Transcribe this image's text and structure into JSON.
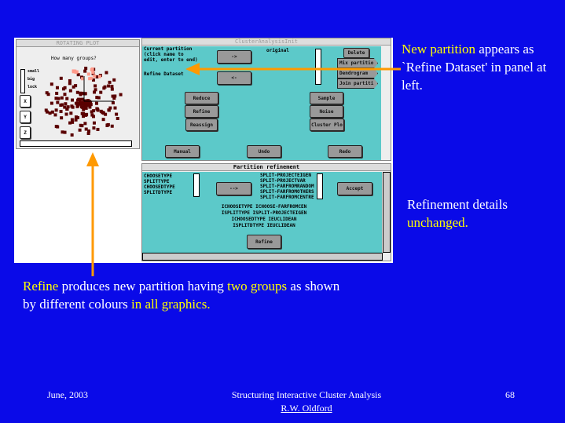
{
  "plot_window": {
    "title": "ROTATING PLOT",
    "question": "How many groups?",
    "sliders": [
      "small",
      "big",
      "lock"
    ],
    "axis_buttons": [
      "X",
      "Y",
      "Z"
    ]
  },
  "cluster_window": {
    "title": "ClusterAnalysisInit",
    "current_partition_label": "Current partition (click name to edit, enter to end)",
    "partition_item": "Refine Dataset",
    "original": "original",
    "buttons": {
      "right": "->",
      "left": "<-",
      "reduce": "Reduce",
      "refine": "Refine",
      "reassign": "Reassign",
      "sample": "Sample",
      "noise": "Noise",
      "cluster_plot": "Cluster Plo",
      "manual": "Manual",
      "undo": "Undo",
      "redo": "Redo",
      "delete": "Delete"
    },
    "tabs": [
      "Mix partitio",
      "Dendrogram",
      "Join partiti"
    ]
  },
  "refine_window": {
    "title": "Partition refinement",
    "left_list": [
      "CHOOSETYPE",
      "SPLITTYPE",
      "CHOOSEDTYPE",
      "SPLITDTYPE"
    ],
    "right_list": [
      "SPLIT-PROJECTEIGEN",
      "SPLIT-PROJECTVAR",
      "SPLIT-FARFROMRANDOM",
      "SPLIT-FARFROMOTHERS",
      "SPLIT-FARFROMCENTRE"
    ],
    "arrow": "-->",
    "accept": "Accept",
    "settings": [
      "ICHOOSETYPE ICHOOSE-FARFROMCEN",
      "ISPLITTYPE ISPLIT-PROJECTEIGEN",
      "ICHOOSEDTYPE IEUCLIDEAN",
      "ISPLITDTYPE IEUCLIDEAN"
    ],
    "refine": "Refine"
  },
  "annotations": {
    "top_right": [
      {
        "t": "New partition",
        "y": true
      },
      {
        "t": " appears as `Refine  Dataset' in panel at left.",
        "y": false
      }
    ],
    "mid_right": [
      {
        "t": "Refinement details ",
        "y": false
      },
      {
        "t": "unchanged.",
        "y": true
      }
    ],
    "bottom_left": [
      {
        "t": "Refine",
        "y": true
      },
      {
        "t": " produces new partition having ",
        "y": false
      },
      {
        "t": "two groups",
        "y": true
      },
      {
        "t": " as shown by different colours ",
        "y": false
      },
      {
        "t": "in all graphics.",
        "y": true
      }
    ]
  },
  "footer": {
    "date": "June, 2003",
    "title": "Structuring Interactive Cluster Analysis",
    "author": "R.W. Oldford",
    "page": "68"
  },
  "colors": {
    "background": "#0a0ae8",
    "highlight": "#ffff00",
    "arrow": "#ff9900",
    "group1": "#5a0000",
    "group2": "#ff9a8a"
  }
}
